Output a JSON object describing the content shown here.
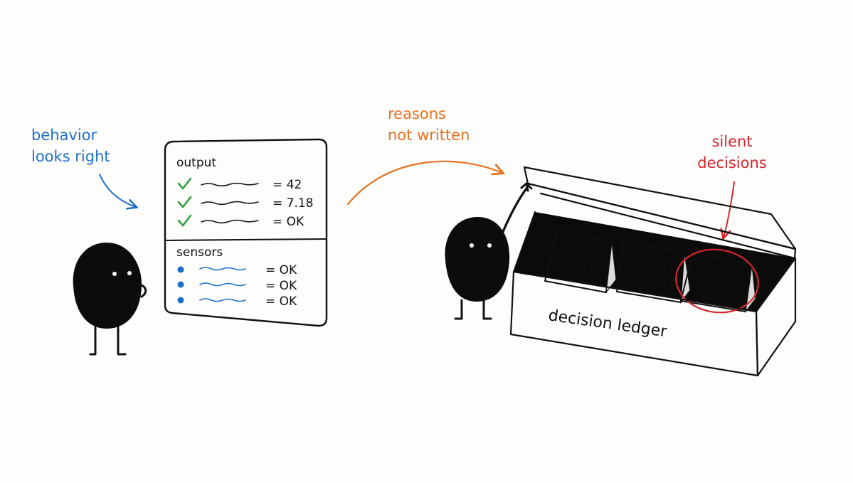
{
  "annotations": {
    "behavior": [
      "behavior",
      "looks right"
    ],
    "reasons": [
      "reasons",
      "not written"
    ],
    "silent": [
      "silent",
      "decisions"
    ]
  },
  "panel": {
    "output_title": "output",
    "outputs": [
      {
        "status": "check",
        "value": "= 42"
      },
      {
        "status": "check",
        "value": "= 7.18"
      },
      {
        "status": "check",
        "value": "= OK"
      }
    ],
    "sensors_title": "sensors",
    "sensors": [
      {
        "status": "dot",
        "value": "= OK"
      },
      {
        "status": "dot",
        "value": "= OK"
      },
      {
        "status": "dot",
        "value": "= OK"
      }
    ]
  },
  "box": {
    "label": "decision ledger",
    "cards": [
      [
        "guessed",
        "rule"
      ],
      [
        "shared",
        "shortcut"
      ],
      [
        "silent",
        "fallback"
      ]
    ]
  },
  "colors": {
    "blue": "#1f6fc9",
    "orange": "#e8711f",
    "red": "#d6262e",
    "green": "#2ea043",
    "ink": "#111111"
  },
  "icons": [
    "check-icon",
    "dot-icon",
    "arrow-icon",
    "circle-highlight"
  ]
}
